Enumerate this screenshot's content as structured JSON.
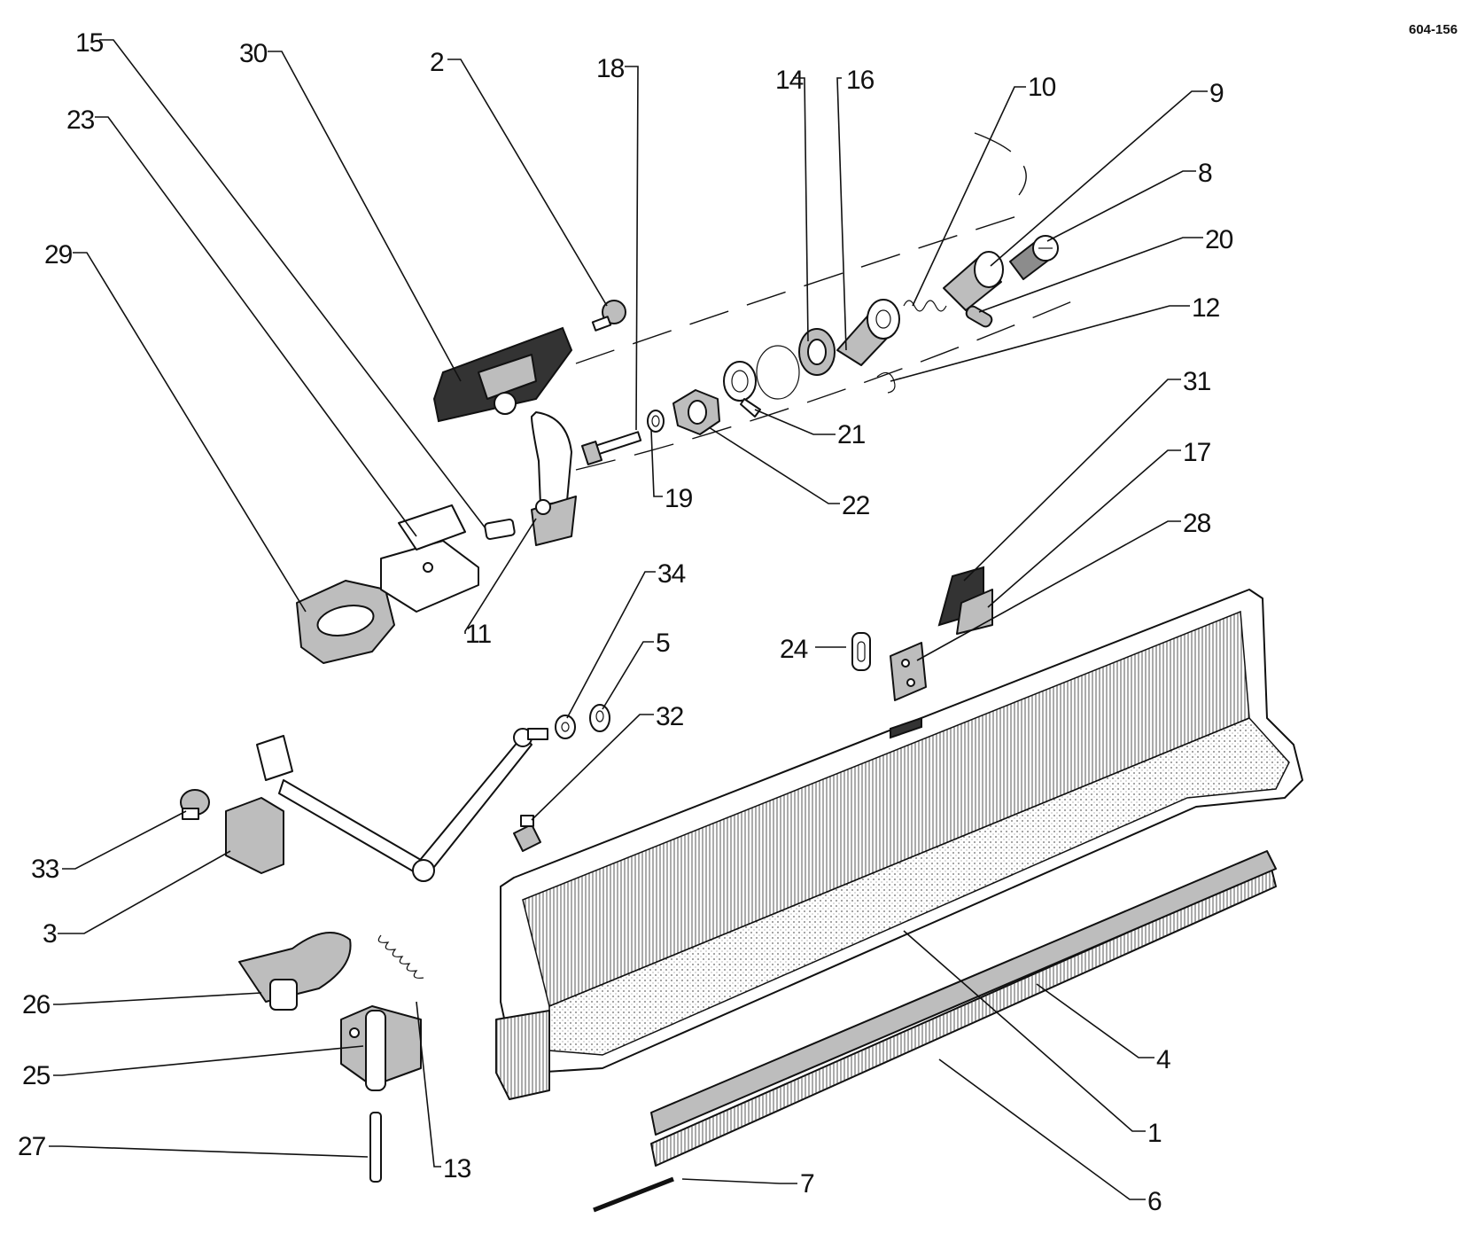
{
  "drawing_ref": "604-156",
  "callouts": [
    "1",
    "2",
    "3",
    "4",
    "5",
    "6",
    "7",
    "8",
    "9",
    "10",
    "11",
    "12",
    "13",
    "14",
    "15",
    "16",
    "17",
    "18",
    "19",
    "20",
    "21",
    "22",
    "23",
    "24",
    "25",
    "26",
    "27",
    "28",
    "29",
    "30",
    "31",
    "32",
    "33",
    "34"
  ]
}
